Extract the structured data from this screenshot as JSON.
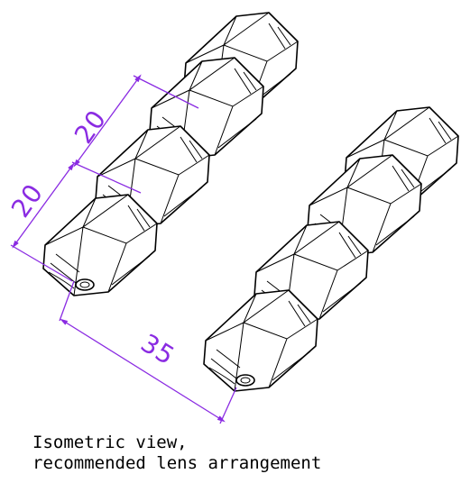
{
  "colors": {
    "dimension": "#8a2be2",
    "outline": "#000000",
    "background": "#ffffff"
  },
  "dimensions": {
    "pitch_upper": "20",
    "pitch_lower": "20",
    "row_spacing": "35"
  },
  "caption": {
    "line1": "Isometric view,",
    "line2": "recommended lens arrangement"
  }
}
